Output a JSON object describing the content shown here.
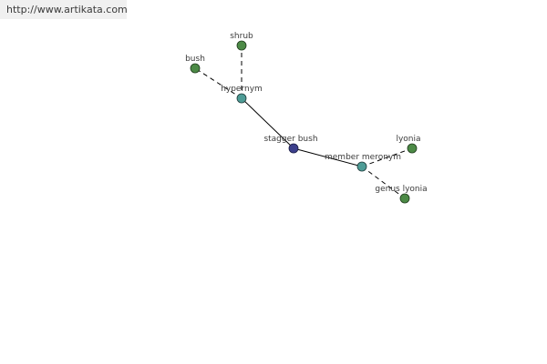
{
  "banner": {
    "url": "http://www.artikata.com"
  },
  "graph": {
    "nodes": {
      "shrub": {
        "label": "shrub",
        "color": "#4c8a46",
        "kind": "term"
      },
      "bush": {
        "label": "bush",
        "color": "#4c8a46",
        "kind": "term"
      },
      "hypernym": {
        "label": "hypernym",
        "color": "#4e9c96",
        "kind": "relation"
      },
      "stagger_bush": {
        "label": "stagger bush",
        "color": "#3c3f8c",
        "kind": "focus"
      },
      "member_meronym": {
        "label": "member meronym",
        "color": "#4e9c96",
        "kind": "relation"
      },
      "lyonia": {
        "label": "lyonia",
        "color": "#4c8a46",
        "kind": "term"
      },
      "genus_lyonia": {
        "label": "genus lyonia",
        "color": "#4c8a46",
        "kind": "term"
      }
    },
    "edges": [
      {
        "from": "stagger_bush",
        "to": "hypernym",
        "style": "solid"
      },
      {
        "from": "stagger_bush",
        "to": "member_meronym",
        "style": "solid"
      },
      {
        "from": "hypernym",
        "to": "shrub",
        "style": "dashed"
      },
      {
        "from": "hypernym",
        "to": "bush",
        "style": "dashed"
      },
      {
        "from": "member_meronym",
        "to": "lyonia",
        "style": "dashed"
      },
      {
        "from": "member_meronym",
        "to": "genus_lyonia",
        "style": "dashed"
      }
    ]
  }
}
